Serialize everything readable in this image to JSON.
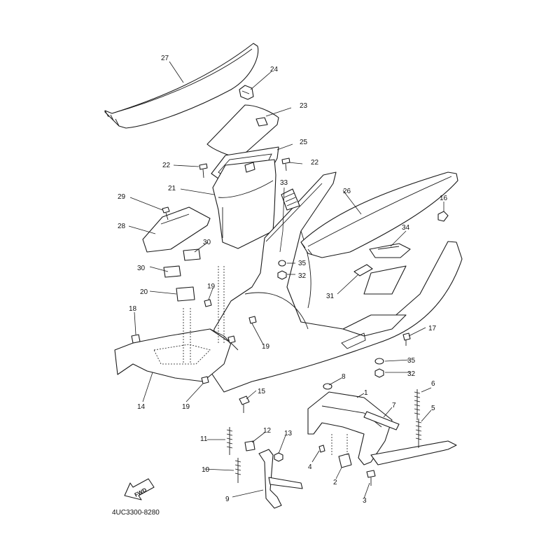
{
  "diagram_code": "4UC3300-8280",
  "direction_label": "FWD",
  "callouts": [
    {
      "id": "p27",
      "text": "27"
    },
    {
      "id": "p24",
      "text": "24"
    },
    {
      "id": "p23",
      "text": "23"
    },
    {
      "id": "p25",
      "text": "25"
    },
    {
      "id": "p22a",
      "text": "22"
    },
    {
      "id": "p22b",
      "text": "22"
    },
    {
      "id": "p21",
      "text": "21"
    },
    {
      "id": "p33",
      "text": "33"
    },
    {
      "id": "p26",
      "text": "26"
    },
    {
      "id": "p29",
      "text": "29"
    },
    {
      "id": "p16",
      "text": "16"
    },
    {
      "id": "p28",
      "text": "28"
    },
    {
      "id": "p34",
      "text": "34"
    },
    {
      "id": "p30a",
      "text": "30"
    },
    {
      "id": "p30b",
      "text": "30"
    },
    {
      "id": "p35a",
      "text": "35"
    },
    {
      "id": "p32a",
      "text": "32"
    },
    {
      "id": "p20",
      "text": "20"
    },
    {
      "id": "p19a",
      "text": "19"
    },
    {
      "id": "p31",
      "text": "31"
    },
    {
      "id": "p18",
      "text": "18"
    },
    {
      "id": "p19b",
      "text": "19"
    },
    {
      "id": "p17",
      "text": "17"
    },
    {
      "id": "p35b",
      "text": "35"
    },
    {
      "id": "p32b",
      "text": "32"
    },
    {
      "id": "p14",
      "text": "14"
    },
    {
      "id": "p19c",
      "text": "19"
    },
    {
      "id": "p15",
      "text": "15"
    },
    {
      "id": "p8",
      "text": "8"
    },
    {
      "id": "p1",
      "text": "1"
    },
    {
      "id": "p6",
      "text": "6"
    },
    {
      "id": "p7",
      "text": "7"
    },
    {
      "id": "p5",
      "text": "5"
    },
    {
      "id": "p12",
      "text": "12"
    },
    {
      "id": "p11",
      "text": "11"
    },
    {
      "id": "p13",
      "text": "13"
    },
    {
      "id": "p4",
      "text": "4"
    },
    {
      "id": "p10",
      "text": "10"
    },
    {
      "id": "p2",
      "text": "2"
    },
    {
      "id": "p9",
      "text": "9"
    },
    {
      "id": "p3",
      "text": "3"
    }
  ]
}
